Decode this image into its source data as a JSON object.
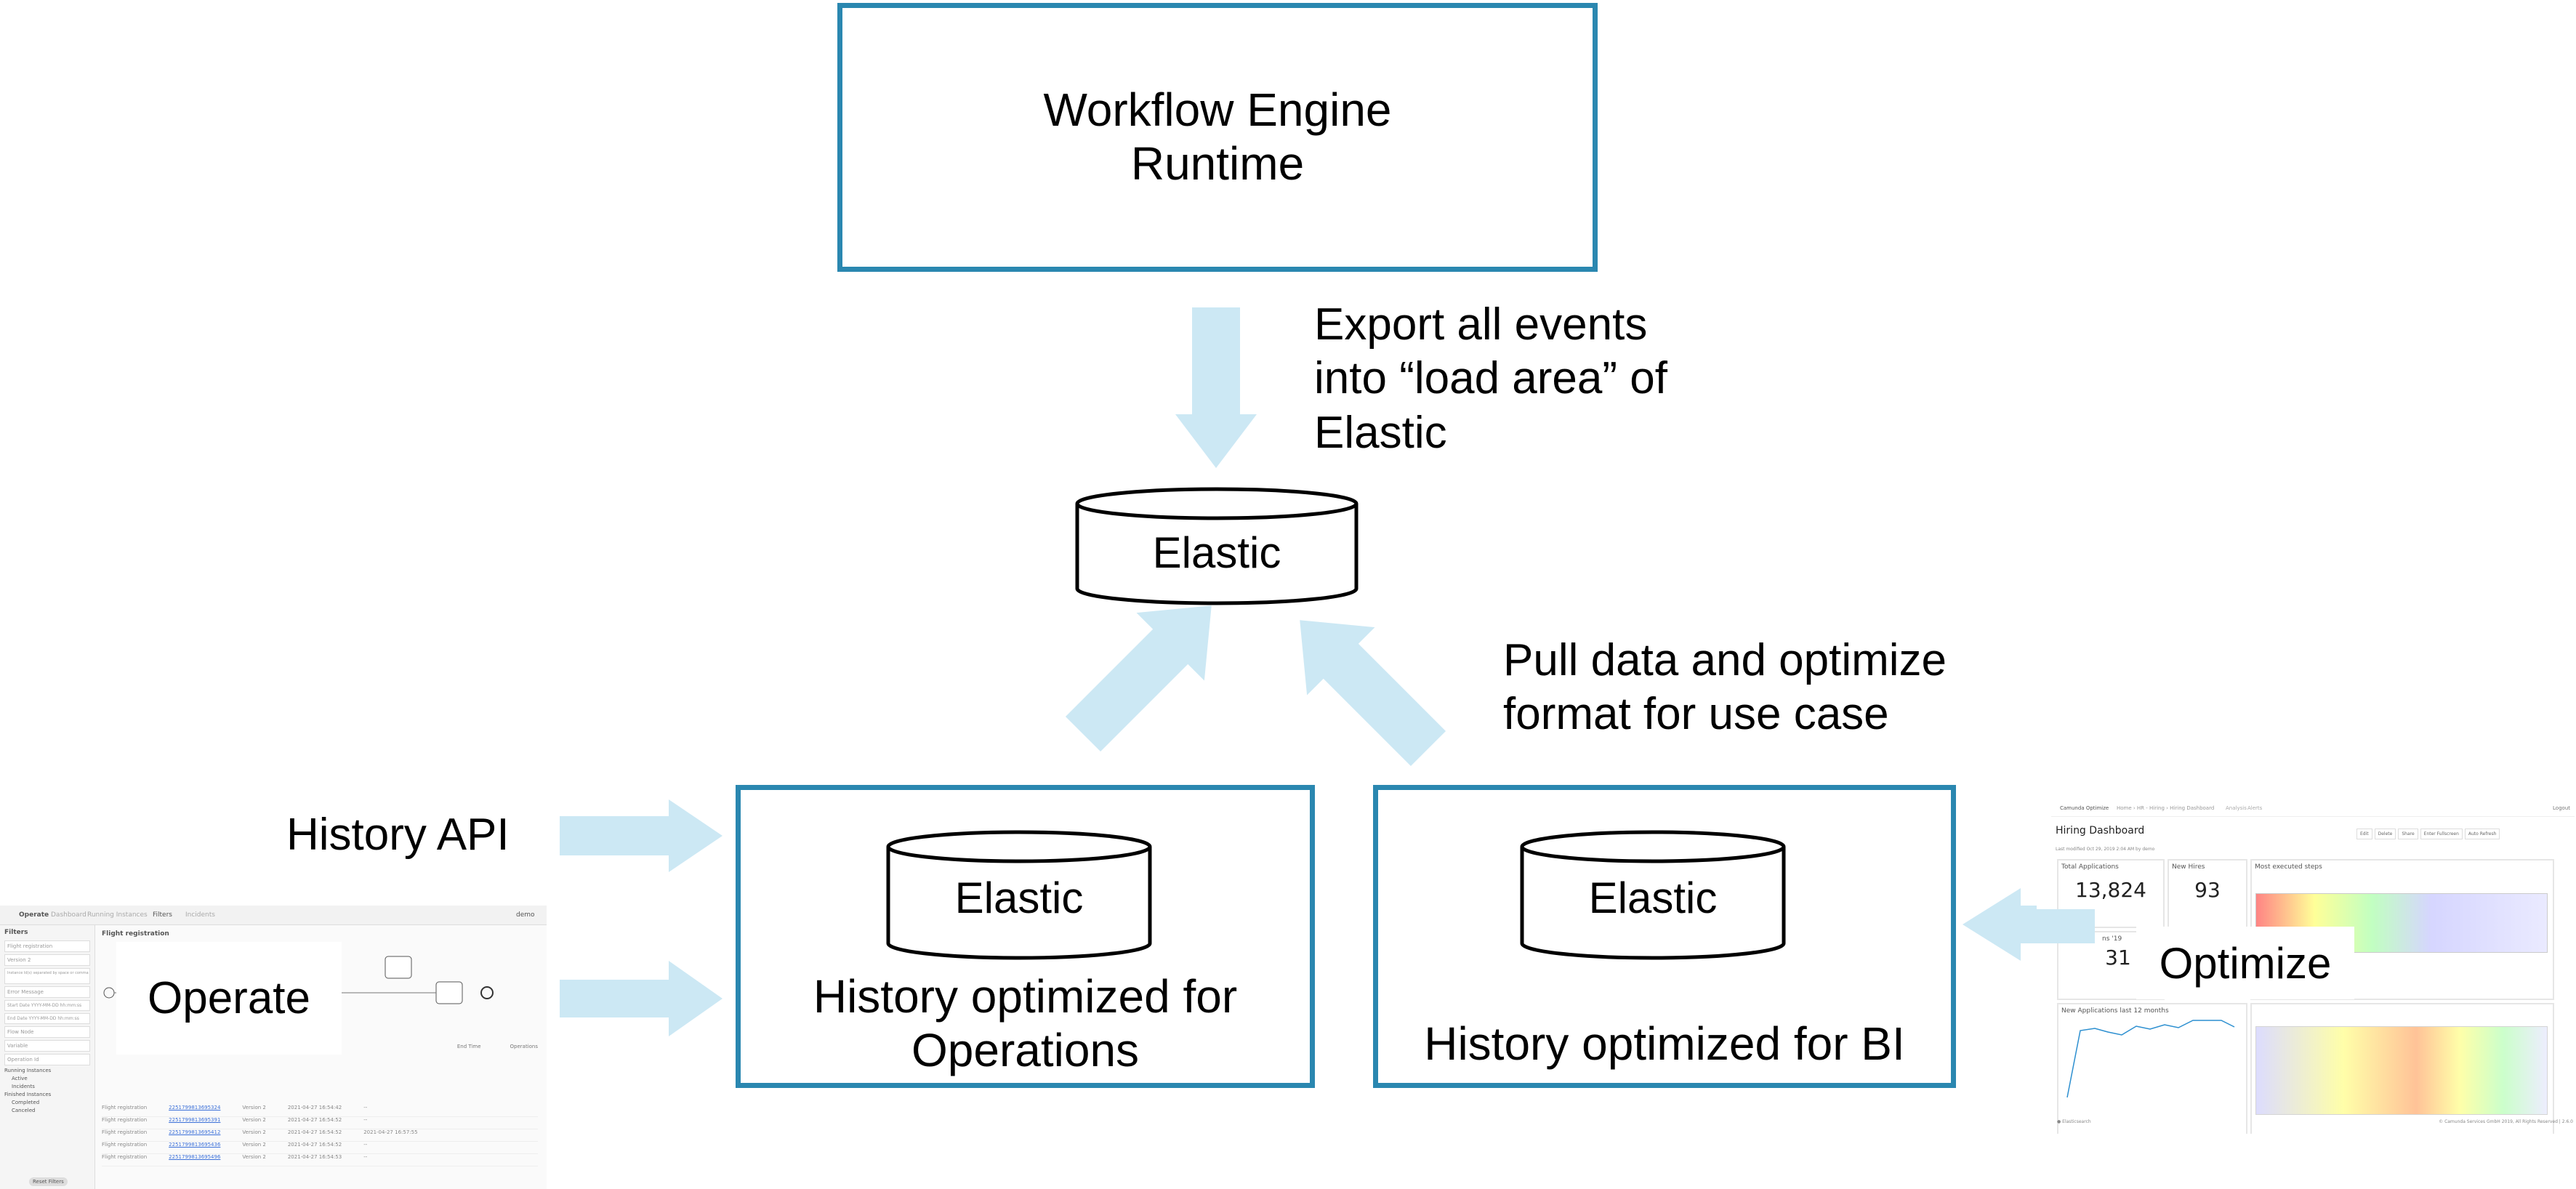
{
  "colors": {
    "box_border": "#2A87B0",
    "arrow": "#CCE8F4",
    "cylinder_stroke": "#000000"
  },
  "runtime_box": {
    "line1": "Workflow Engine",
    "line2": "Runtime"
  },
  "export_note": {
    "line1": "Export all events",
    "line2": "into “load area” of",
    "line3": "Elastic"
  },
  "central_store": {
    "label": "Elastic"
  },
  "pull_note": {
    "line1": "Pull data and optimize",
    "line2": "format for use case"
  },
  "history_api": {
    "label": "History API"
  },
  "ops_box": {
    "store": "Elastic",
    "line1": "History optimized for",
    "line2": "Operations"
  },
  "bi_box": {
    "store": "Elastic",
    "line1": "History optimized for BI"
  },
  "operate": {
    "overlay": "Operate",
    "nav": [
      "Operate",
      "Dashboard",
      "Running Instances",
      "Filters",
      "Incidents"
    ],
    "user": "demo",
    "filters_title": "Filters",
    "process": "Flight registration",
    "filter_fields": [
      "Flight registration",
      "Version 2",
      "Instance Id(s) separated by space or comma",
      "Error Message",
      "Start Date YYYY-MM-DD hh:mm:ss",
      "End Date YYYY-MM-DD hh:mm:ss",
      "Flow Node",
      "Variable",
      "Operation Id"
    ],
    "checks": [
      "Running Instances",
      "Active",
      "Incidents",
      "Finished Instances",
      "Completed",
      "Canceled"
    ],
    "reset": "Reset Filters",
    "columns": [
      "End Time",
      "Operations"
    ],
    "rows": [
      {
        "name": "Flight registration",
        "id": "2251799813695324",
        "version": "Version 2",
        "start": "2021-04-27 16:54:42",
        "end": "--"
      },
      {
        "name": "Flight registration",
        "id": "2251799813695391",
        "version": "Version 2",
        "start": "2021-04-27 16:54:52",
        "end": "--"
      },
      {
        "name": "Flight registration",
        "id": "2251799813695412",
        "version": "Version 2",
        "start": "2021-04-27 16:54:52",
        "end": "2021-04-27 16:57:55"
      },
      {
        "name": "Flight registration",
        "id": "2251799813695436",
        "version": "Version 2",
        "start": "2021-04-27 16:54:52",
        "end": "--"
      },
      {
        "name": "Flight registration",
        "id": "2251799813695496",
        "version": "Version 2",
        "start": "2021-04-27 16:54:53",
        "end": "--"
      }
    ]
  },
  "optimize": {
    "overlay": "Optimize",
    "brand": "Camunda Optimize",
    "breadcrumb": "Home › HR - Hiring › Hiring Dashboard",
    "nav": [
      "Analysis",
      "Alerts"
    ],
    "logout": "Logout",
    "title": "Hiring Dashboard",
    "modified": "Last modified Oct 29, 2019 2:04 AM by demo",
    "buttons": [
      "Edit",
      "Delete",
      "Share",
      "Enter Fullscreen",
      "Auto Refresh"
    ],
    "tiles": {
      "total_label": "Total Applications",
      "total_value": "13,824",
      "hires_label": "New Hires",
      "hires_value": "93",
      "ytd_label": "ns '19",
      "ytd_value": "31",
      "steps": "Most executed steps",
      "chart": "New Applications last 12 months"
    },
    "footer_left": "Elasticsearch",
    "footer_right": "© Camunda Services GmbH 2019, All Rights Reserved | 2.6.0"
  }
}
